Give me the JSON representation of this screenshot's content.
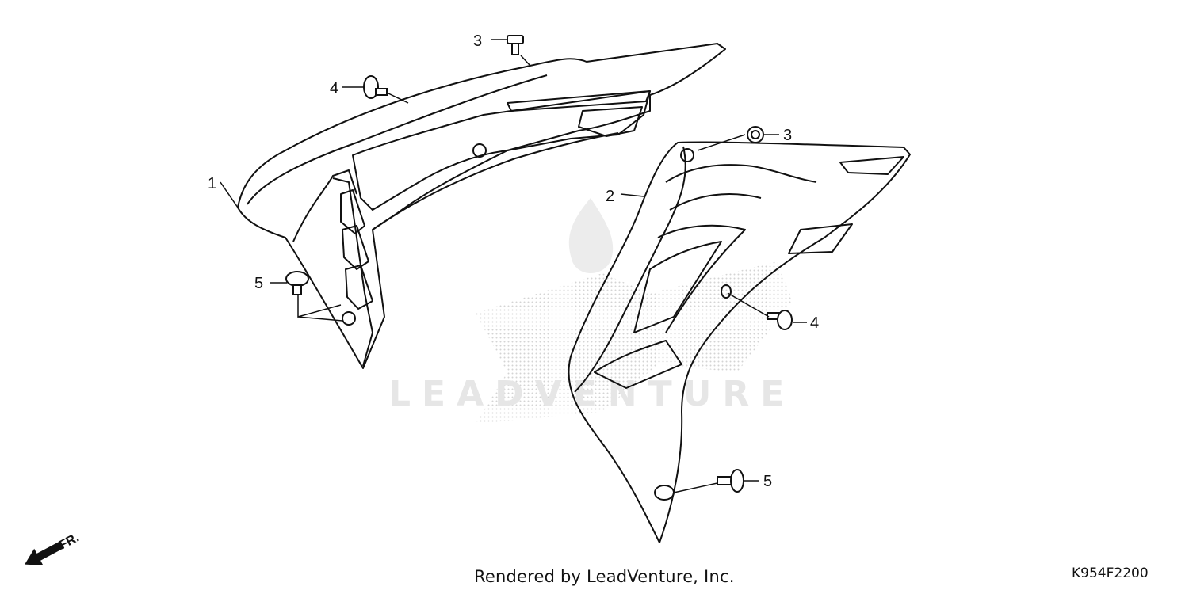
{
  "callouts": [
    {
      "id": "left-shroud",
      "label": "1"
    },
    {
      "id": "right-shroud",
      "label": "2"
    },
    {
      "id": "top-bolt",
      "label": "3"
    },
    {
      "id": "right-bolt",
      "label": "3"
    },
    {
      "id": "left-bolt",
      "label": "4"
    },
    {
      "id": "right-flange-bolt",
      "label": "4"
    },
    {
      "id": "left-clip",
      "label": "5"
    },
    {
      "id": "right-clip",
      "label": "5"
    }
  ],
  "direction_indicator": {
    "label": "FR.",
    "icon": "front-arrow-icon"
  },
  "watermark": {
    "text": "LEADVENTURE",
    "icon": "leadventure-flame-logo"
  },
  "footer": {
    "credit": "Rendered by LeadVenture, Inc.",
    "diagram_code": "K954F2200"
  },
  "colors": {
    "line": "#111111",
    "watermark": "#d9d9d9",
    "background": "#ffffff"
  }
}
